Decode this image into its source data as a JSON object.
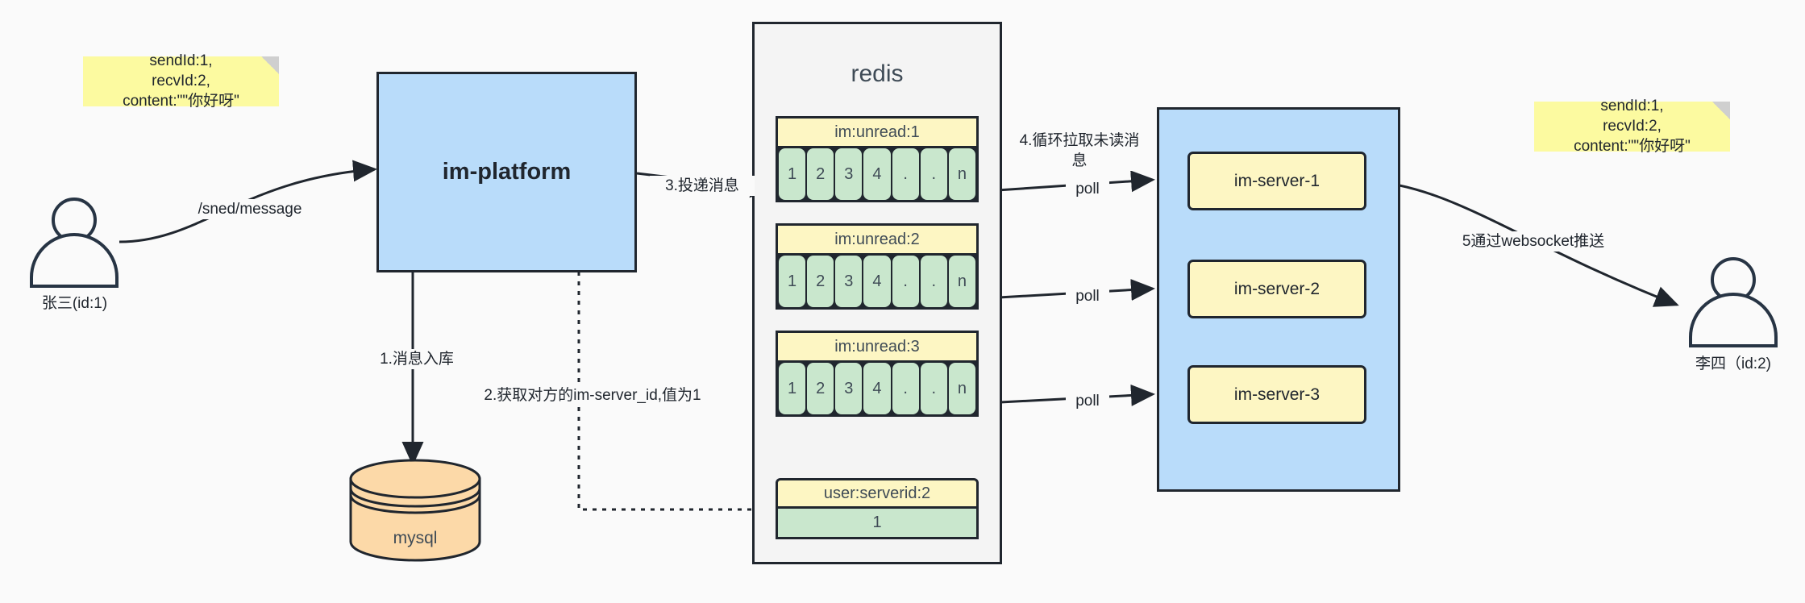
{
  "diagram": {
    "title": "IM message delivery architecture",
    "colors": {
      "blue_fill": "#b9dcfa",
      "yellow_fill": "#fdf6c3",
      "note_fill": "#fcfaa0",
      "green_fill": "#c9e7cd",
      "orange_fill": "#fcd9a8",
      "container_fill": "#f4f4f4",
      "stroke": "#20262e",
      "background": "#fafafa"
    }
  },
  "notes": [
    {
      "name": "sender-payload-note",
      "lines": [
        "sendId:1,",
        "recvId:2,",
        "content:\"\"你好呀\""
      ]
    },
    {
      "name": "receiver-payload-note",
      "lines": [
        "sendId:1,",
        "recvId:2,",
        "content:\"\"你好呀\""
      ]
    }
  ],
  "actors": [
    {
      "name": "sender",
      "label": "张三(id:1)"
    },
    {
      "name": "receiver",
      "label": "李四（id:2)"
    }
  ],
  "services": {
    "platform": {
      "label": "im-platform"
    },
    "database": {
      "label": "mysql"
    },
    "server_cluster": {
      "servers": [
        {
          "label": "im-server-1"
        },
        {
          "label": "im-server-2"
        },
        {
          "label": "im-server-3"
        }
      ]
    }
  },
  "redis": {
    "title": "redis",
    "queues": [
      {
        "key": "im:unread:1",
        "cells": [
          "1",
          "2",
          "3",
          "4",
          ".",
          ".",
          "n"
        ]
      },
      {
        "key": "im:unread:2",
        "cells": [
          "1",
          "2",
          "3",
          "4",
          ".",
          ".",
          "n"
        ]
      },
      {
        "key": "im:unread:3",
        "cells": [
          "1",
          "2",
          "3",
          "4",
          ".",
          ".",
          "n"
        ]
      }
    ],
    "kv": {
      "key": "user:serverid:2",
      "value": "1"
    }
  },
  "edges": {
    "send_message": "/sned/message",
    "step1": "1.消息入库",
    "step2": "2.获取对方的im-server_id,值为1",
    "step3": "3.投递消息",
    "step4": "4.循环拉取未读消\n息",
    "step5": "5通过websocket推送",
    "poll_1": "poll",
    "poll_2": "poll",
    "poll_3": "poll"
  }
}
